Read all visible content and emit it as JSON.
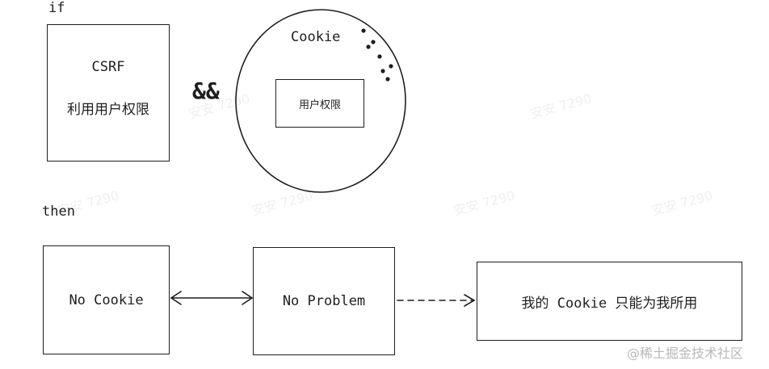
{
  "labels": {
    "if": "if",
    "then": "then",
    "and_op": "&&"
  },
  "csrf_box": {
    "title": "CSRF",
    "subtitle": "利用用户权限"
  },
  "cookie_circle": {
    "title": "Cookie",
    "inner_box": "用户权限"
  },
  "bottom_row": {
    "no_cookie": "No Cookie",
    "no_problem": "No Problem",
    "result": "我的 Cookie 只能为我所用"
  },
  "watermark": {
    "text": "安安 7290",
    "credit": "@稀土掘金技术社区"
  }
}
